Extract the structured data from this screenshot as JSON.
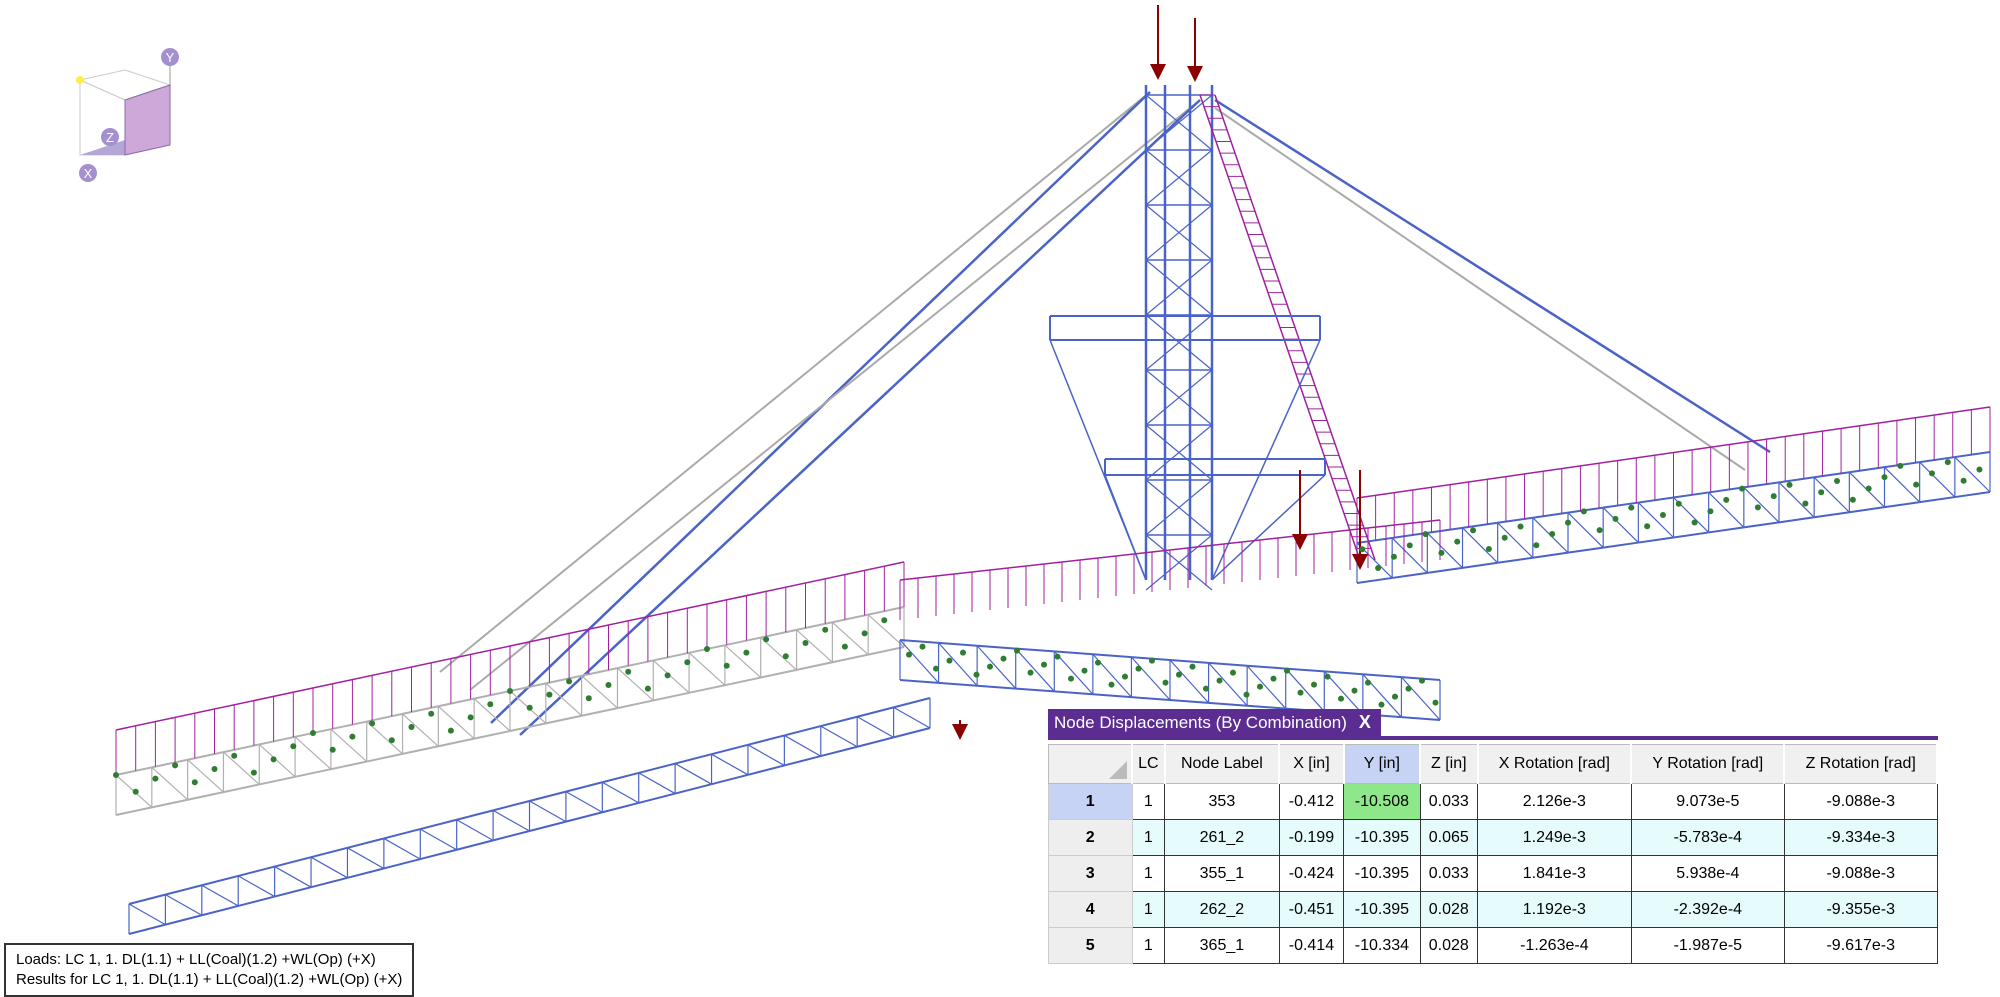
{
  "view_cube": {
    "axes": [
      "Y",
      "Z",
      "X"
    ]
  },
  "results_panel": {
    "title": "Node Displacements (By Combination)",
    "close_label": "X",
    "columns": [
      "LC",
      "Node Label",
      "X [in]",
      "Y [in]",
      "Z [in]",
      "X Rotation [rad]",
      "Y Rotation [rad]",
      "Z Rotation [rad]"
    ],
    "rows": [
      {
        "n": "1",
        "cells": [
          "1",
          "353",
          "-0.412",
          "-10.508",
          "0.033",
          "2.126e-3",
          "9.073e-5",
          "-9.088e-3"
        ]
      },
      {
        "n": "2",
        "cells": [
          "1",
          "261_2",
          "-0.199",
          "-10.395",
          "0.065",
          "1.249e-3",
          "-5.783e-4",
          "-9.334e-3"
        ]
      },
      {
        "n": "3",
        "cells": [
          "1",
          "355_1",
          "-0.424",
          "-10.395",
          "0.033",
          "1.841e-3",
          "5.938e-4",
          "-9.088e-3"
        ]
      },
      {
        "n": "4",
        "cells": [
          "1",
          "262_2",
          "-0.451",
          "-10.395",
          "0.028",
          "1.192e-3",
          "-2.392e-4",
          "-9.355e-3"
        ]
      },
      {
        "n": "5",
        "cells": [
          "1",
          "365_1",
          "-0.414",
          "-10.334",
          "0.028",
          "-1.263e-4",
          "-1.987e-5",
          "-9.617e-3"
        ]
      }
    ]
  },
  "legend": {
    "loads": "Loads: LC 1, 1. DL(1.1) + LL(Coal)(1.2) +WL(Op) (+X)",
    "results": "Results for LC 1, 1. DL(1.1) + LL(Coal)(1.2) +WL(Op) (+X)"
  },
  "colors": {
    "member": "#4a63c8",
    "load": "#8b0000",
    "node": "#2e7d32",
    "accent": "#5b2d91"
  }
}
